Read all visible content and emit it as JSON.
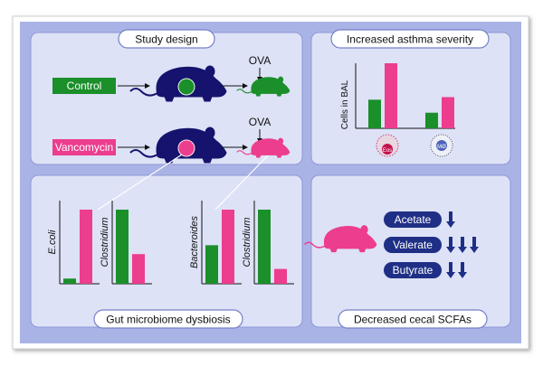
{
  "panels": {
    "study_design": "Study design",
    "asthma": "Increased asthma severity",
    "dysbiosis": "Gut microbiome dysbiosis",
    "scfa": "Decreased cecal SCFAs"
  },
  "study": {
    "control_label": "Control",
    "vancomycin_label": "Vancomycin",
    "ova_label": "OVA"
  },
  "asthma_chart": {
    "ylabel": "Cells in BAL",
    "eos_label": "Eos",
    "mac_label": "MØ"
  },
  "microbiome": {
    "ecoli": "E.coli",
    "clostridium_1": "Clostridium",
    "bacteroides": "Bacteroides",
    "clostridium_2": "Clostridium"
  },
  "scfas": {
    "acetate": "Acetate",
    "valerate": "Valerate",
    "butyrate": "Butyrate"
  },
  "colors": {
    "control_green": "#1a8f2a",
    "vanco_pink": "#ec3d8e",
    "panel_fill": "#dde2f6",
    "frame_fill": "#a9b3e6",
    "scfa_pill": "#1f2f86",
    "mouse_navy": "#15136e"
  },
  "chart_data": [
    {
      "type": "bar",
      "ylabel": "Cells in BAL",
      "categories": [
        "Eos",
        "MØ"
      ],
      "series": [
        {
          "name": "Control",
          "values": [
            0.44,
            0.24
          ]
        },
        {
          "name": "Vancomycin",
          "values": [
            1.0,
            0.48
          ]
        }
      ]
    },
    {
      "type": "bar",
      "categories": [
        "E.coli",
        "Clostridium"
      ],
      "series": [
        {
          "name": "Control",
          "values": [
            0.07,
            1.0
          ]
        },
        {
          "name": "Vancomycin",
          "values": [
            1.0,
            0.4
          ]
        }
      ]
    },
    {
      "type": "bar",
      "categories": [
        "Bacteroides",
        "Clostridium"
      ],
      "series": [
        {
          "name": "Control",
          "values": [
            0.52,
            1.0
          ]
        },
        {
          "name": "Vancomycin",
          "values": [
            1.0,
            0.2
          ]
        }
      ]
    }
  ]
}
